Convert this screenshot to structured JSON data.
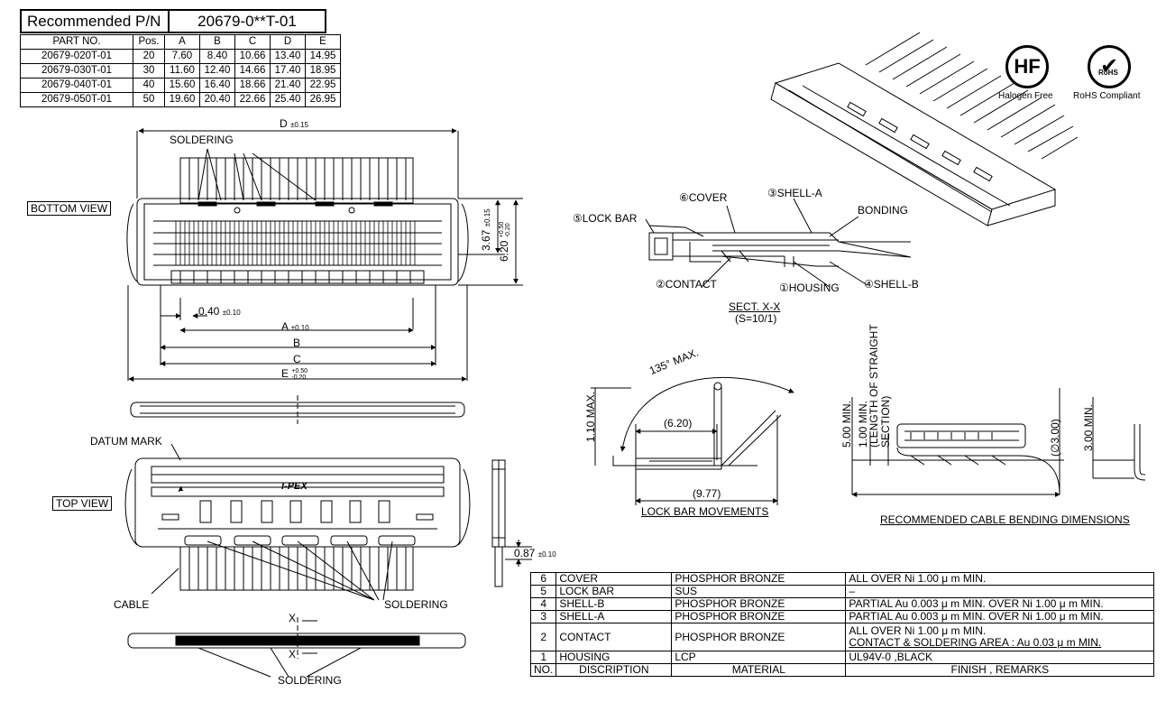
{
  "recommended": {
    "label": "Recommended P/N",
    "value": "20679-0**T-01"
  },
  "part_table": {
    "headers": [
      "PART NO.",
      "Pos.",
      "A",
      "B",
      "C",
      "D",
      "E"
    ],
    "rows": [
      [
        "20679-020T-01",
        "20",
        "7.60",
        "8.40",
        "10.66",
        "13.40",
        "14.95"
      ],
      [
        "20679-030T-01",
        "30",
        "11.60",
        "12.40",
        "14.66",
        "17.40",
        "18.95"
      ],
      [
        "20679-040T-01",
        "40",
        "15.60",
        "16.40",
        "18.66",
        "21.40",
        "22.95"
      ],
      [
        "20679-050T-01",
        "50",
        "19.60",
        "20.40",
        "22.66",
        "25.40",
        "26.95"
      ]
    ]
  },
  "badges": {
    "halogen_text": "HF",
    "halogen_label": "Halogen Free",
    "rohs_text": "RoHS",
    "rohs_label": "RoHS Compliant"
  },
  "views": {
    "bottom_view": "BOTTOM VIEW",
    "top_view": "TOP VIEW",
    "soldering": "SOLDERING",
    "datum_mark": "DATUM MARK",
    "cable": "CABLE",
    "brand": "I-PEX"
  },
  "dims": {
    "d": "D",
    "d_tol": "±0.15",
    "a": "A",
    "a_tol": "±0.10",
    "b": "B",
    "c": "C",
    "e": "E",
    "e_tol_plus": "+0.50",
    "e_tol_minus": "-0.20",
    "pitch": "0.40",
    "pitch_tol": "±0.10",
    "h367": "3.67",
    "h367_tol": "±0.15",
    "h620": "6.20",
    "h620_tol_plus": "+0.50",
    "h620_tol_minus": "-0.20",
    "t087": "0.87",
    "t087_tol": "±0.10",
    "x": "X"
  },
  "section": {
    "cover": "⑥COVER",
    "shell_a": "③SHELL-A",
    "bonding": "BONDING",
    "lock_bar": "⑤LOCK BAR",
    "contact": "②CONTACT",
    "housing": "①HOUSING",
    "shell_b": "④SHELL-B",
    "title": "SECT. X-X",
    "scale": "(S=10/1)"
  },
  "lockbar": {
    "angle": "135° MAX.",
    "h110": "1.10 MAX.",
    "d620": "(6.20)",
    "d977": "(9.77)",
    "title": "LOCK BAR MOVEMENTS"
  },
  "bending": {
    "v500": "5.00 MIN.",
    "v100": "1.00 MIN.",
    "straight1": "(LENGTH OF STRAIGHT",
    "straight2": "SECTION)",
    "dia": "(∅3.00)",
    "v300": "3.00 MIN.",
    "title": "RECOMMENDED CABLE BENDING DIMENSIONS"
  },
  "bom": {
    "rows": [
      {
        "no": "6",
        "desc": "COVER",
        "mat": "PHOSPHOR BRONZE",
        "fin": "ALL OVER Ni 1.00 μ m MIN."
      },
      {
        "no": "5",
        "desc": "LOCK BAR",
        "mat": "SUS",
        "fin": "–"
      },
      {
        "no": "4",
        "desc": "SHELL-B",
        "mat": "PHOSPHOR BRONZE",
        "fin": "PARTIAL Au 0.003 μ m MIN. OVER Ni 1.00 μ m MIN."
      },
      {
        "no": "3",
        "desc": "SHELL-A",
        "mat": "PHOSPHOR BRONZE",
        "fin": "PARTIAL Au 0.003 μ m MIN. OVER Ni 1.00 μ m MIN."
      },
      {
        "no": "2",
        "desc": "CONTACT",
        "mat": "PHOSPHOR BRONZE",
        "fin": "ALL OVER Ni 1.00 μ m MIN.",
        "fin2": "CONTACT & SOLDERING AREA : Au 0.03 μ m MIN."
      },
      {
        "no": "1",
        "desc": "HOUSING",
        "mat": "LCP",
        "fin": "UL94V-0 ,BLACK"
      }
    ],
    "header": {
      "no": "NO.",
      "desc": "DISCRIPTION",
      "mat": "MATERIAL",
      "fin": "FINISH , REMARKS"
    }
  }
}
